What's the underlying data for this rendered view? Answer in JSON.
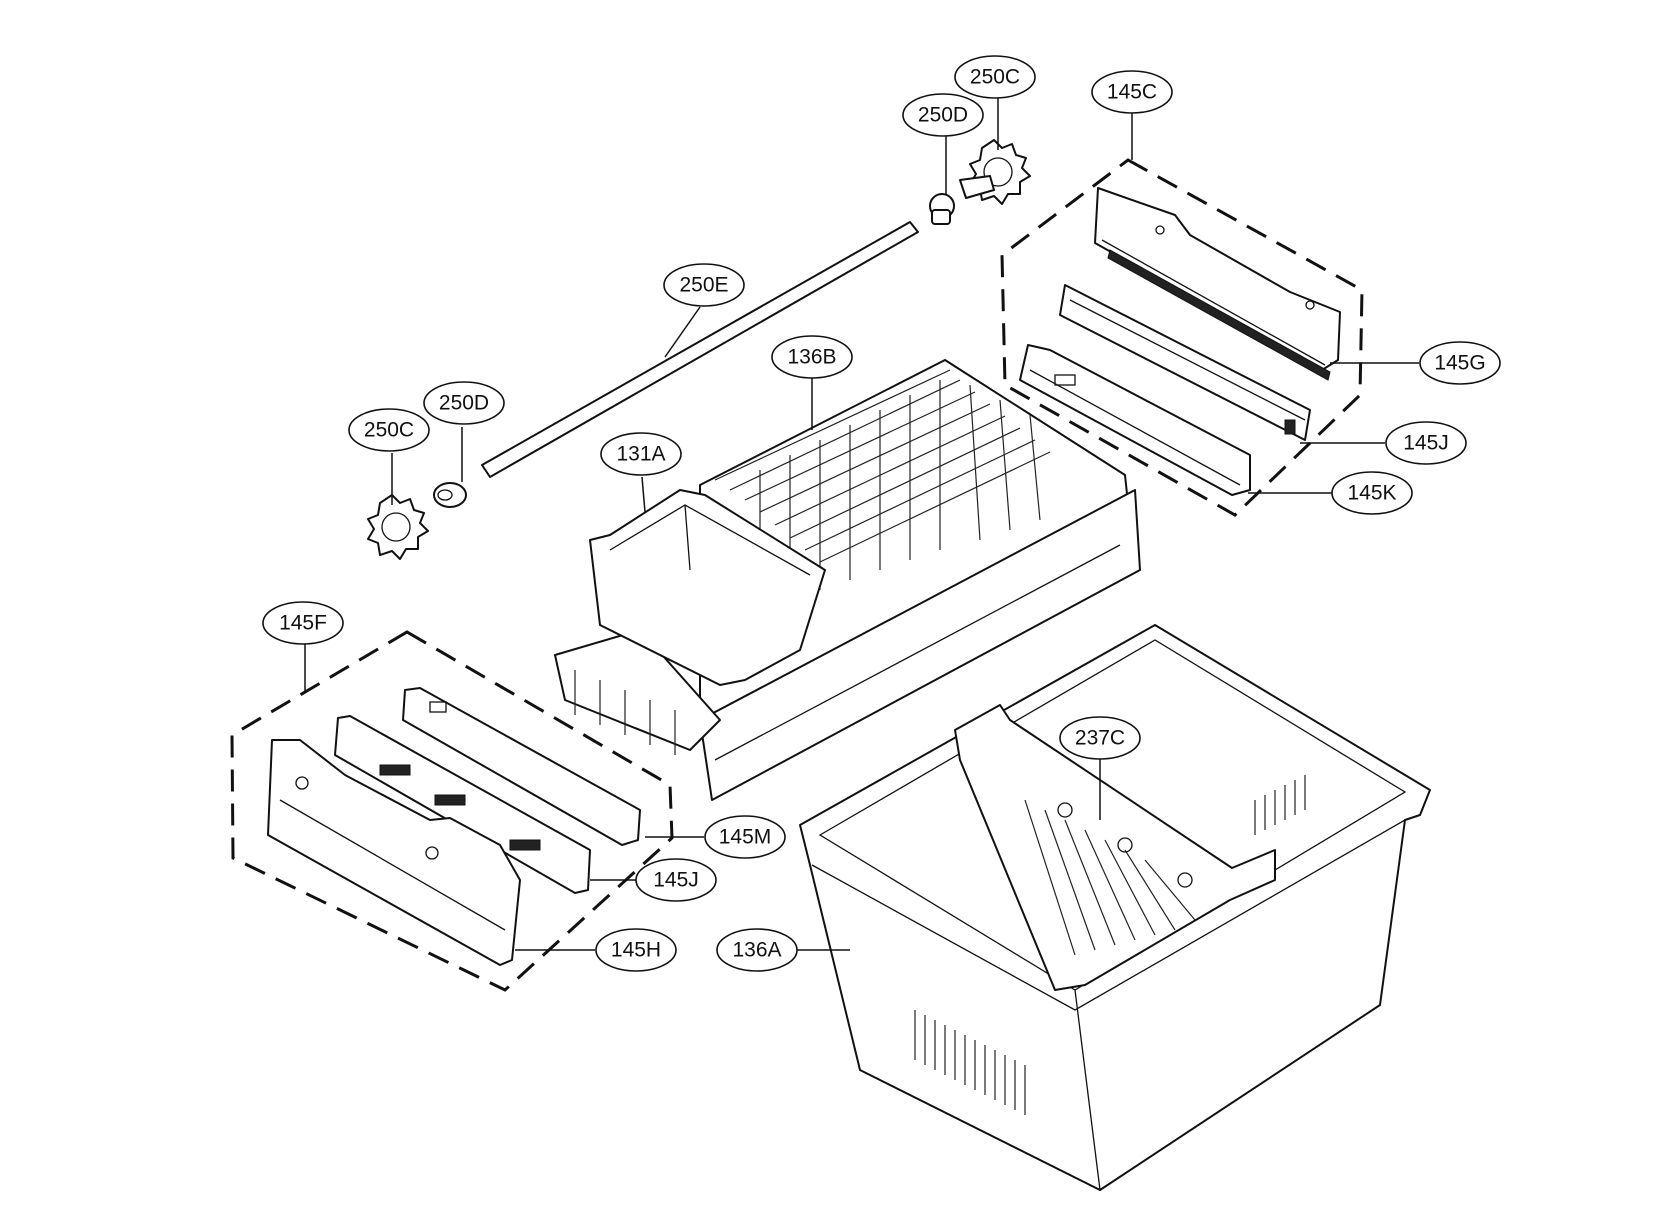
{
  "callouts": {
    "c250C_top": "250C",
    "c250D_top": "250D",
    "c145C": "145C",
    "c250E": "250E",
    "c136B": "136B",
    "c145G": "145G",
    "c250C_left": "250C",
    "c250D_left": "250D",
    "c131A": "131A",
    "c145J_right": "145J",
    "c145K": "145K",
    "c145F": "145F",
    "c237C": "237C",
    "c145M": "145M",
    "c145J_left": "145J",
    "c145H": "145H",
    "c136A": "136A"
  }
}
